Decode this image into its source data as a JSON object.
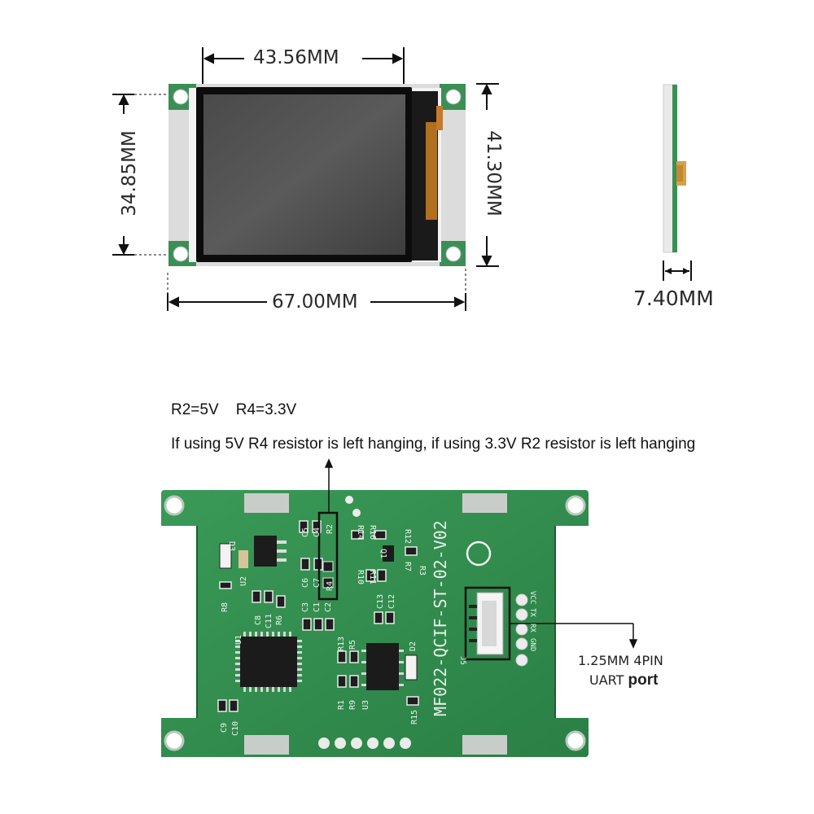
{
  "top_view": {
    "width_screen": "43.56MM",
    "height_screen": "34.85MM",
    "height_board": "41.30MM",
    "width_board": "67.00MM"
  },
  "side_view": {
    "thickness": "7.40MM"
  },
  "notes": {
    "resistor_values": "R2=5V    R4=3.3V",
    "resistor_instruction": "If using 5V R4 resistor is left hanging, if using 3.3V R2 resistor is left hanging"
  },
  "uart": {
    "line1": "1.25MM 4PIN",
    "line2_prefix": "UART",
    "line2_bold": "port",
    "pins": [
      "VCC",
      "TX",
      "RX",
      "GND"
    ],
    "connector_ref": "J5"
  },
  "pcb": {
    "model": "MF022-QCIF-ST-02-V02",
    "refs": [
      "D3",
      "U2",
      "R8",
      "C8",
      "C11",
      "R6",
      "C5",
      "C4",
      "R2",
      "C6",
      "C7",
      "R4",
      "C3",
      "C1",
      "C2",
      "R14",
      "R16",
      "R11",
      "Q1",
      "R12",
      "R7",
      "R3",
      "R10",
      "C13",
      "C12",
      "U1",
      "R13",
      "R5",
      "D2",
      "R1",
      "R9",
      "U3",
      "R15",
      "C9",
      "C10"
    ]
  },
  "colors": {
    "pcb_green": "#2f8f4c",
    "pcb_dark": "#22693a",
    "silkscreen": "#eef5ee",
    "highlight_box": "#111111"
  }
}
